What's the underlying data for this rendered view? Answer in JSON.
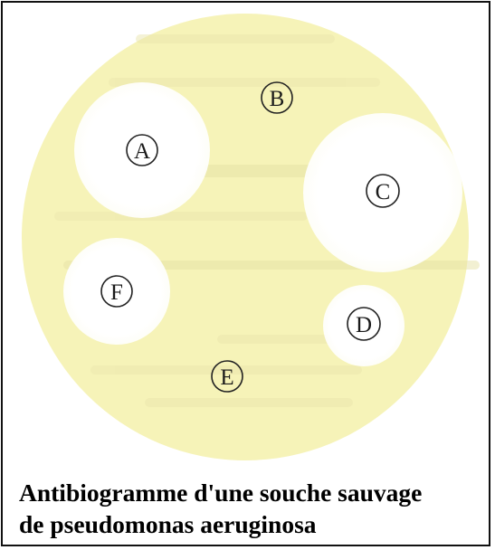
{
  "colors": {
    "agar": "#f6f3b8",
    "inhibition_zone": "#ffffff",
    "disk_outline": "#222222",
    "frame": "#111111"
  },
  "disks": [
    {
      "label": "A",
      "inhibition_zone": "large"
    },
    {
      "label": "B",
      "inhibition_zone": "none"
    },
    {
      "label": "C",
      "inhibition_zone": "largest"
    },
    {
      "label": "D",
      "inhibition_zone": "small"
    },
    {
      "label": "E",
      "inhibition_zone": "none"
    },
    {
      "label": "F",
      "inhibition_zone": "medium"
    }
  ],
  "caption": {
    "line1": "Antibiogramme d'une souche sauvage",
    "line2": "de pseudomonas aeruginosa"
  }
}
